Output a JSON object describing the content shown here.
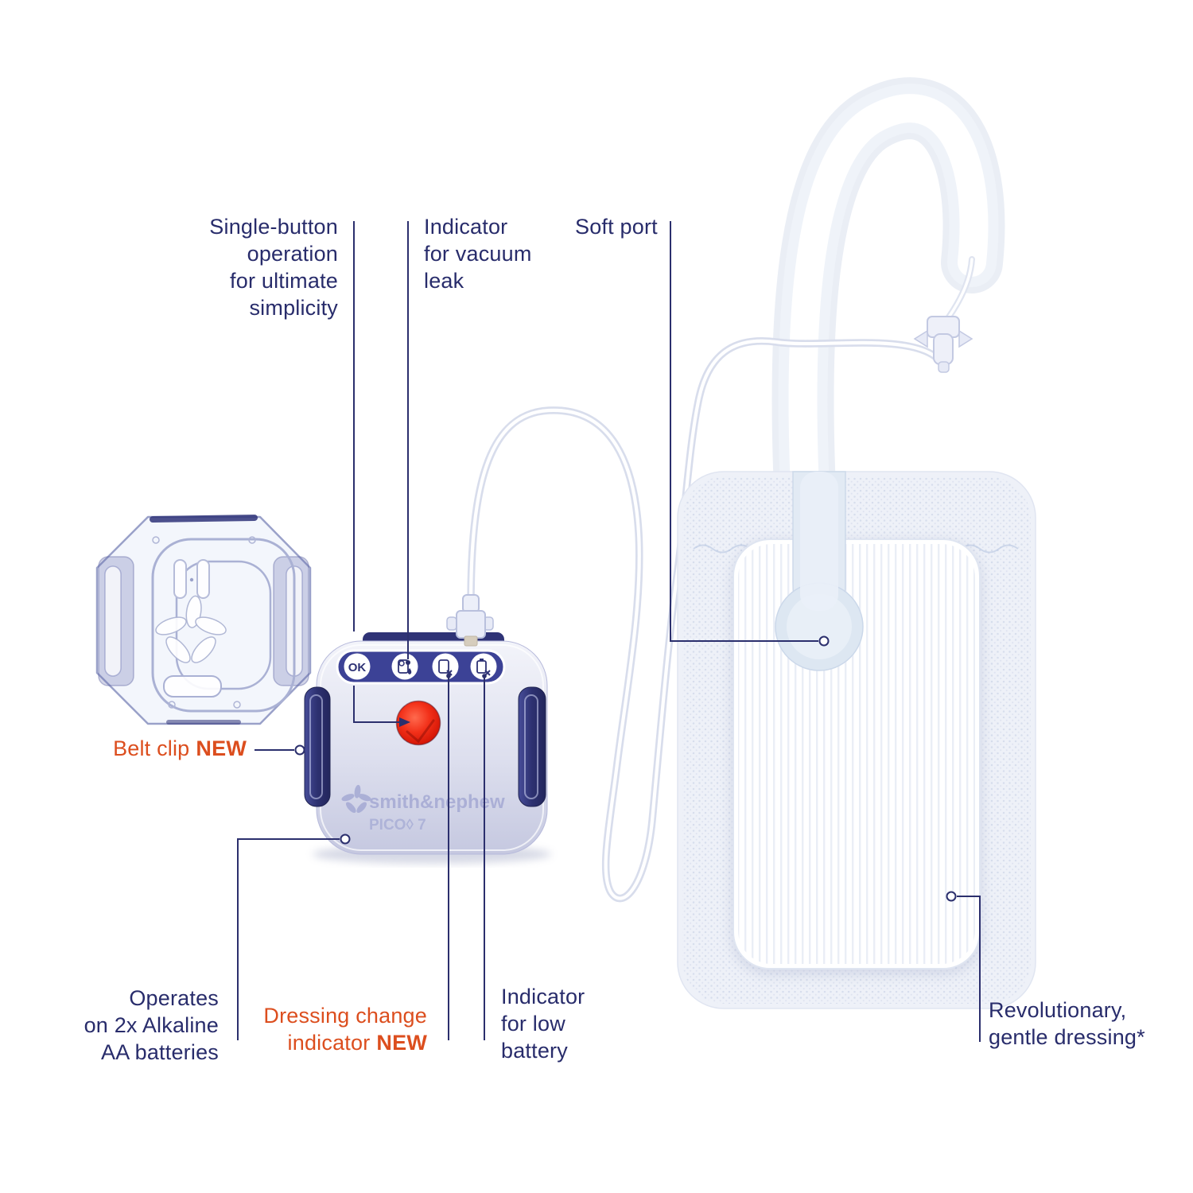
{
  "colors": {
    "navy_text": "#282c6b",
    "orange_accent": "#dc4e1e",
    "pump_bar_blue": "#3c4296",
    "red_button": "#e8200d"
  },
  "labels": {
    "single_button": {
      "text": "Single-button\noperation\nfor ultimate\nsimplicity"
    },
    "vacuum_leak": {
      "text": "Indicator\nfor vacuum\nleak"
    },
    "soft_port": {
      "text": "Soft port"
    },
    "belt_clip": {
      "text": "Belt clip",
      "badge": "NEW"
    },
    "operates": {
      "text": "Operates\non 2x Alkaline\nAA batteries"
    },
    "dressing_change": {
      "text": "Dressing change\nindicator",
      "badge": "NEW"
    },
    "low_battery": {
      "text": "Indicator\nfor low\nbattery"
    },
    "gentle_dressing": {
      "text": "Revolutionary,\ngentle dressing*"
    }
  },
  "device": {
    "ok_button": "OK",
    "brand": "smith&nephew",
    "model": "PICO◊ 7",
    "indicator_icons": [
      "ok-indicator",
      "vacuum-leak-indicator-icon",
      "dressing-change-indicator-icon",
      "low-battery-indicator-icon"
    ]
  }
}
